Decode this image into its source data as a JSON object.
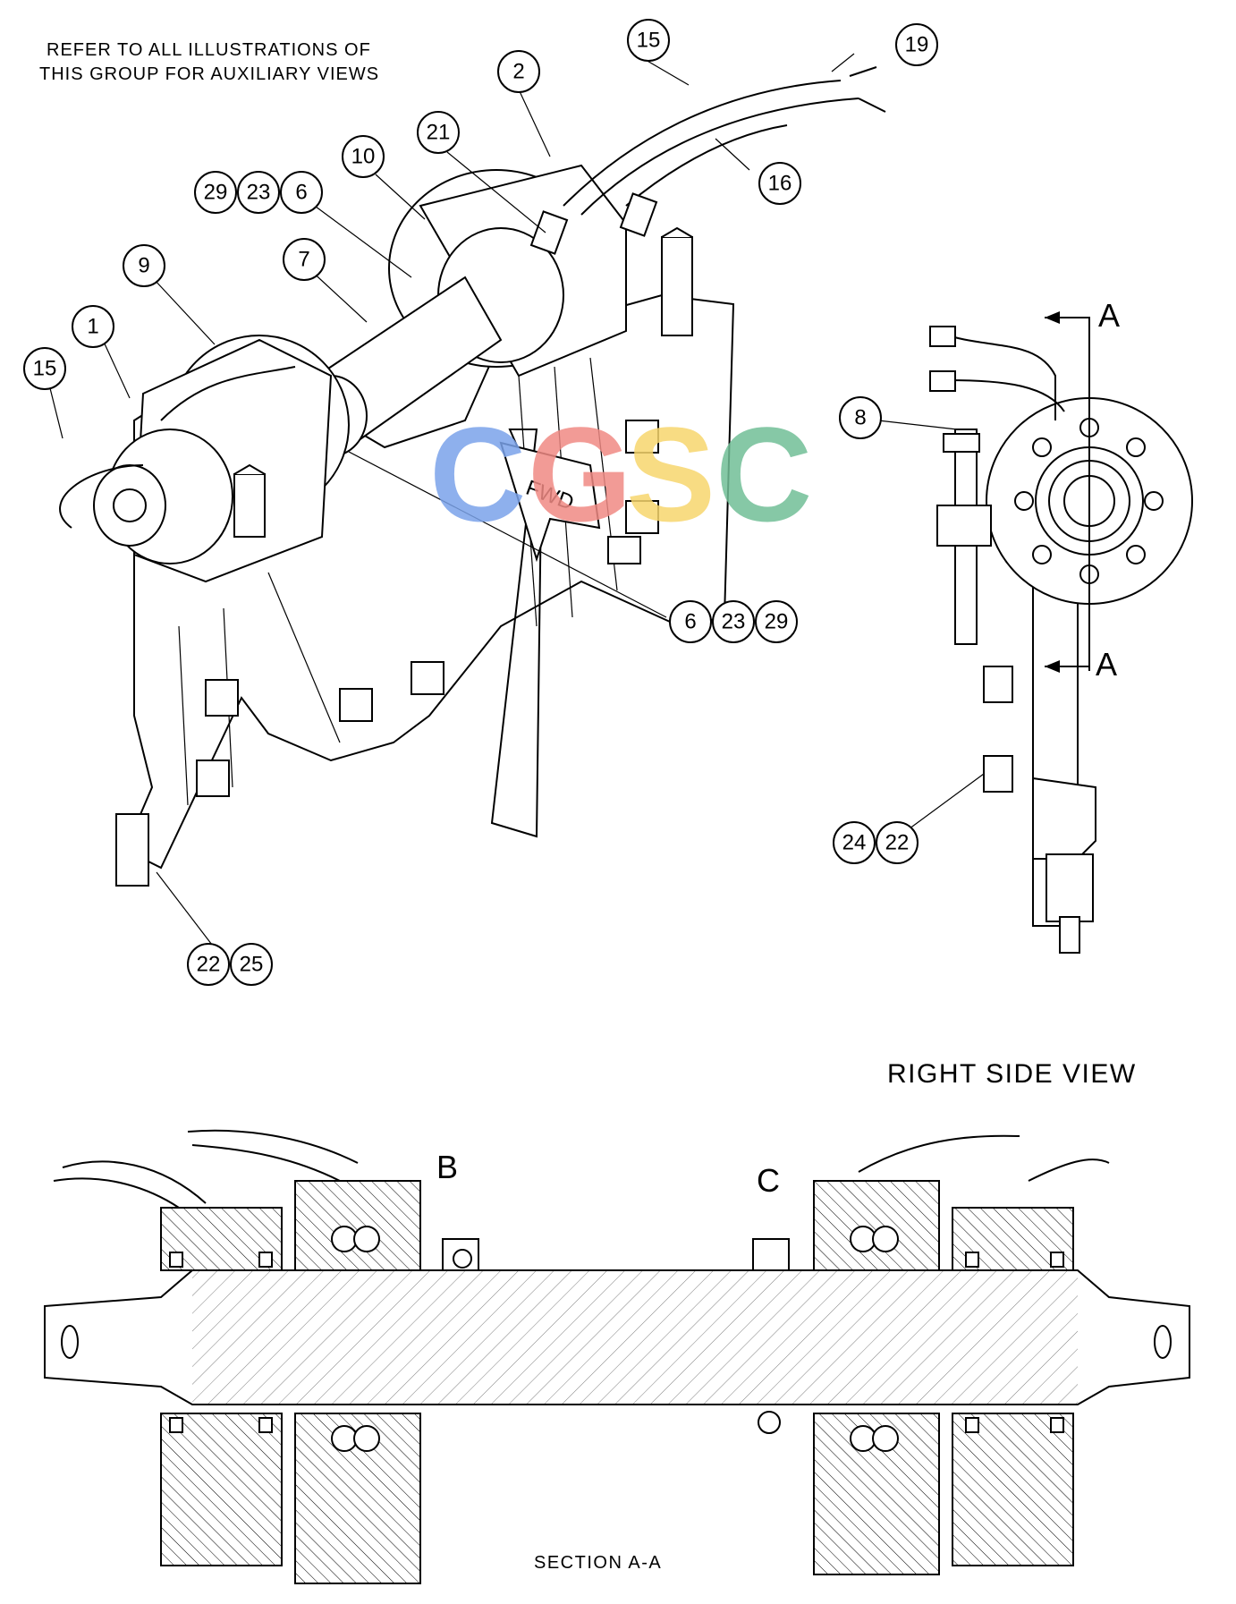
{
  "notes": {
    "refer_line1": "REFER TO ALL ILLUSTRATIONS OF",
    "refer_line2": "THIS GROUP FOR AUXILIARY VIEWS",
    "right_side_view": "RIGHT SIDE VIEW",
    "section": "SECTION A-A",
    "fwd": "FWD",
    "section_letter_top": "A",
    "section_letter_bottom": "A",
    "detail_b": "B",
    "detail_c": "C"
  },
  "watermark": {
    "letters": [
      "C",
      "G",
      "S",
      "C"
    ],
    "colors": [
      "#7ba3ea",
      "#f08a84",
      "#f7d66e",
      "#72bf97"
    ]
  },
  "callouts": {
    "c15a": "15",
    "c19": "19",
    "c2": "2",
    "c21": "21",
    "c16": "16",
    "c10": "10",
    "c29a": "29",
    "c23a": "23",
    "c6a": "6",
    "c7": "7",
    "c9": "9",
    "c1": "1",
    "c15b": "15",
    "c6b": "6",
    "c23b": "23",
    "c29b": "29",
    "c8": "8",
    "c24": "24",
    "c22a": "22",
    "c22b": "22",
    "c25": "25"
  }
}
